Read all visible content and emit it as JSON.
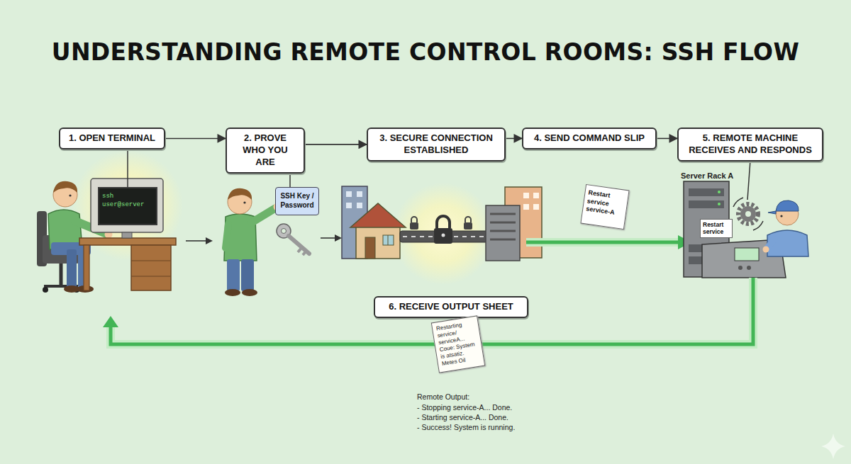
{
  "diagram": {
    "title": "UNDERSTANDING REMOTE CONTROL ROOMS: SSH FLOW",
    "nodes": [
      {
        "text": [
          "1. OPEN TERMINAL"
        ]
      },
      {
        "text": [
          "2. PROVE WHO YOU ARE"
        ]
      },
      {
        "text": [
          "3. SECURE CONNECTION ESTABLISHED"
        ]
      },
      {
        "text": [
          "4. SEND COMMAND SLIP"
        ]
      },
      {
        "text": [
          "5. REMOTE MACHINE RECEIVES AND RESPONDS"
        ]
      },
      {
        "text": [
          "6. RECEIVE OUTPUT SHEET"
        ]
      },
      {
        "text": [
          "ssh user@server"
        ]
      },
      {
        "text": [
          "SSH Key / Password"
        ]
      },
      {
        "text": [
          "Restart service service-A"
        ]
      },
      {
        "text": [
          "Restart service"
        ]
      },
      {
        "text": [
          "Restarting service/ serviceA... Coue: System is atsatiz. Metes Oil"
        ]
      }
    ],
    "edges": [
      {
        "from": 0,
        "to": 1,
        "arrow": "to"
      },
      {
        "from": 1,
        "to": 2,
        "arrow": "to"
      },
      {
        "from": 2,
        "to": 3,
        "arrow": "to"
      },
      {
        "from": 3,
        "to": 4,
        "arrow": "to"
      },
      {
        "from": 0,
        "to": 6,
        "arrow": "none"
      },
      {
        "from": 1,
        "to": 7,
        "arrow": "none"
      }
    ],
    "labels": [
      "Server Rack A",
      "Remote Output:",
      "- Stopping service-A... Done.",
      "- Starting service-A... Done.",
      "- Success! System is running."
    ]
  }
}
